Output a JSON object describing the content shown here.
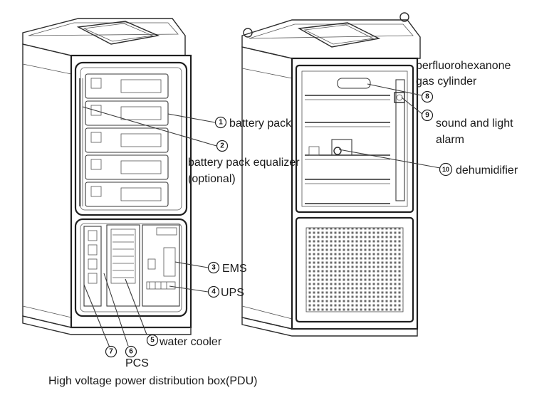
{
  "callouts": [
    {
      "num": "1",
      "label": "battery pack"
    },
    {
      "num": "2",
      "label": "battery pack equalizer",
      "label2": "(optional)"
    },
    {
      "num": "3",
      "label": "EMS"
    },
    {
      "num": "4",
      "label": "UPS"
    },
    {
      "num": "5",
      "label": "water cooler"
    },
    {
      "num": "6",
      "label": "PCS"
    },
    {
      "num": "7",
      "label": "High voltage power distribution box(PDU)"
    },
    {
      "num": "8",
      "label": "perfluorohexanone",
      "label2": "gas cylinder"
    },
    {
      "num": "9",
      "label": "sound and light",
      "label2": "alarm"
    },
    {
      "num": "10",
      "label": "dehumidifier"
    }
  ]
}
